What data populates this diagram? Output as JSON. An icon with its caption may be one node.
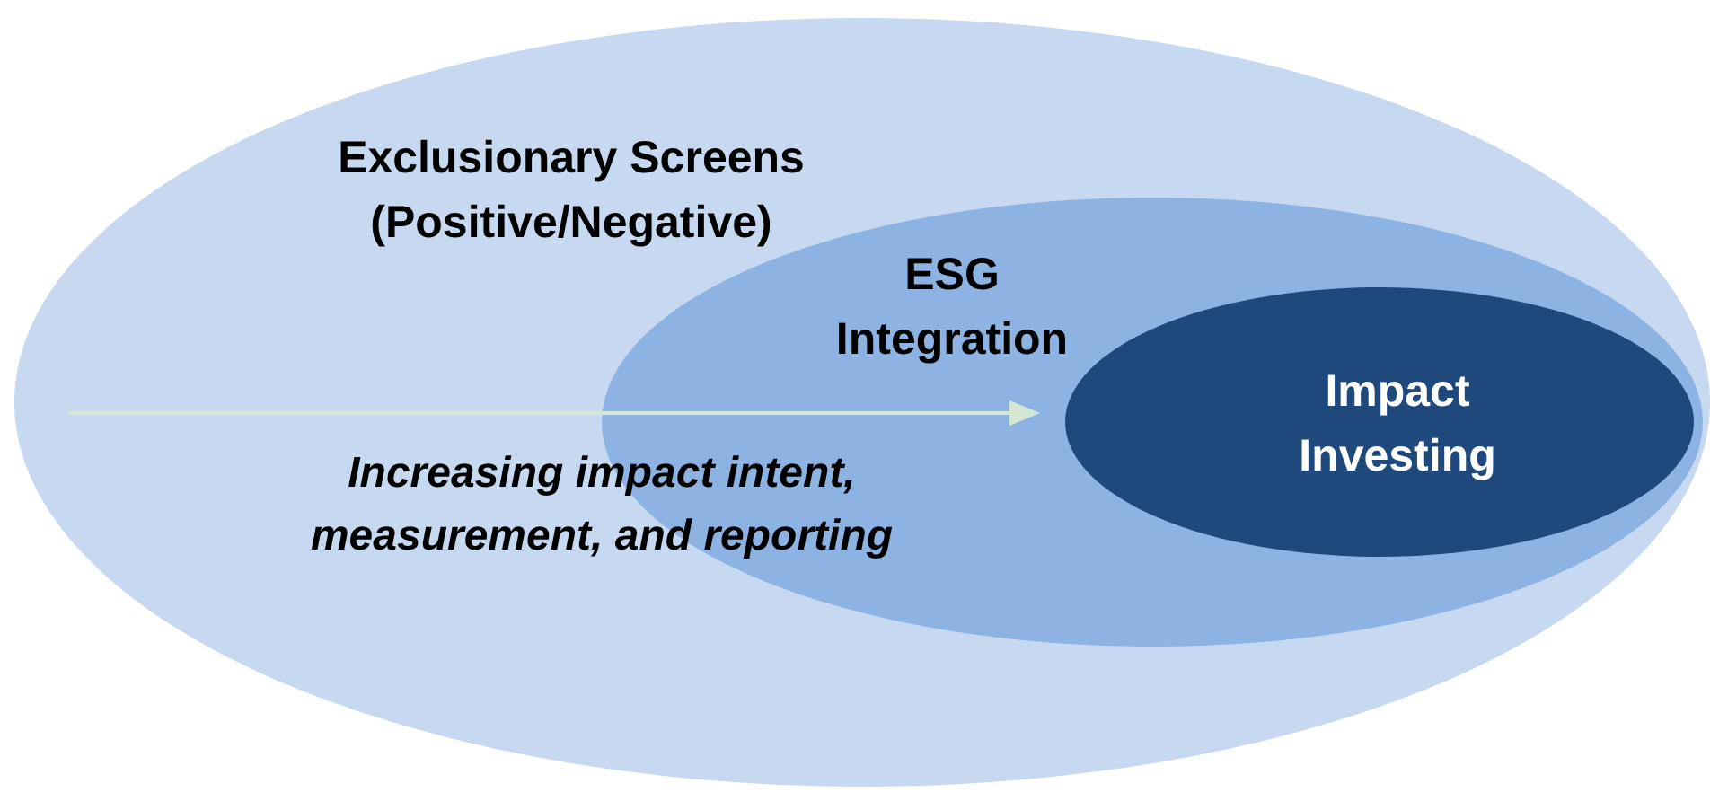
{
  "diagram": {
    "nodes": [
      {
        "text": [
          "Exclusionary Screens (Positive/Negative)"
        ]
      },
      {
        "text": [
          "ESG Integration"
        ],
        "in": 0
      },
      {
        "text": [
          "Impact Investing"
        ],
        "in": 1
      }
    ],
    "labels": [
      "Increasing impact intent, measurement, and reporting"
    ]
  }
}
